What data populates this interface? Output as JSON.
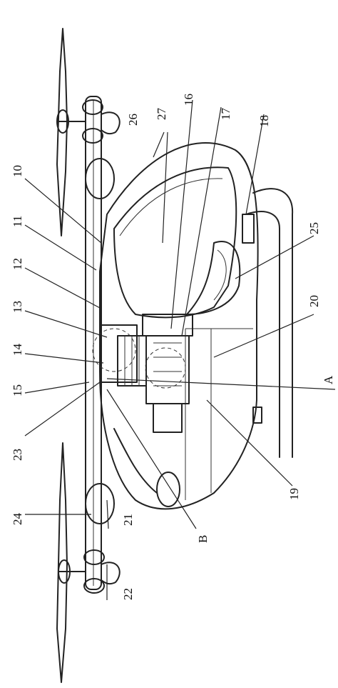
{
  "labels": {
    "n10": "10",
    "n11": "11",
    "n12": "12",
    "n13": "13",
    "n14": "14",
    "n15": "15",
    "n16": "16",
    "n17": "17",
    "n18": "18",
    "n19": "19",
    "n20": "20",
    "n21": "21",
    "n22": "22",
    "n23": "23",
    "n24": "24",
    "n25": "25",
    "n26": "26",
    "n27": "27",
    "A": "A",
    "B": "B"
  }
}
